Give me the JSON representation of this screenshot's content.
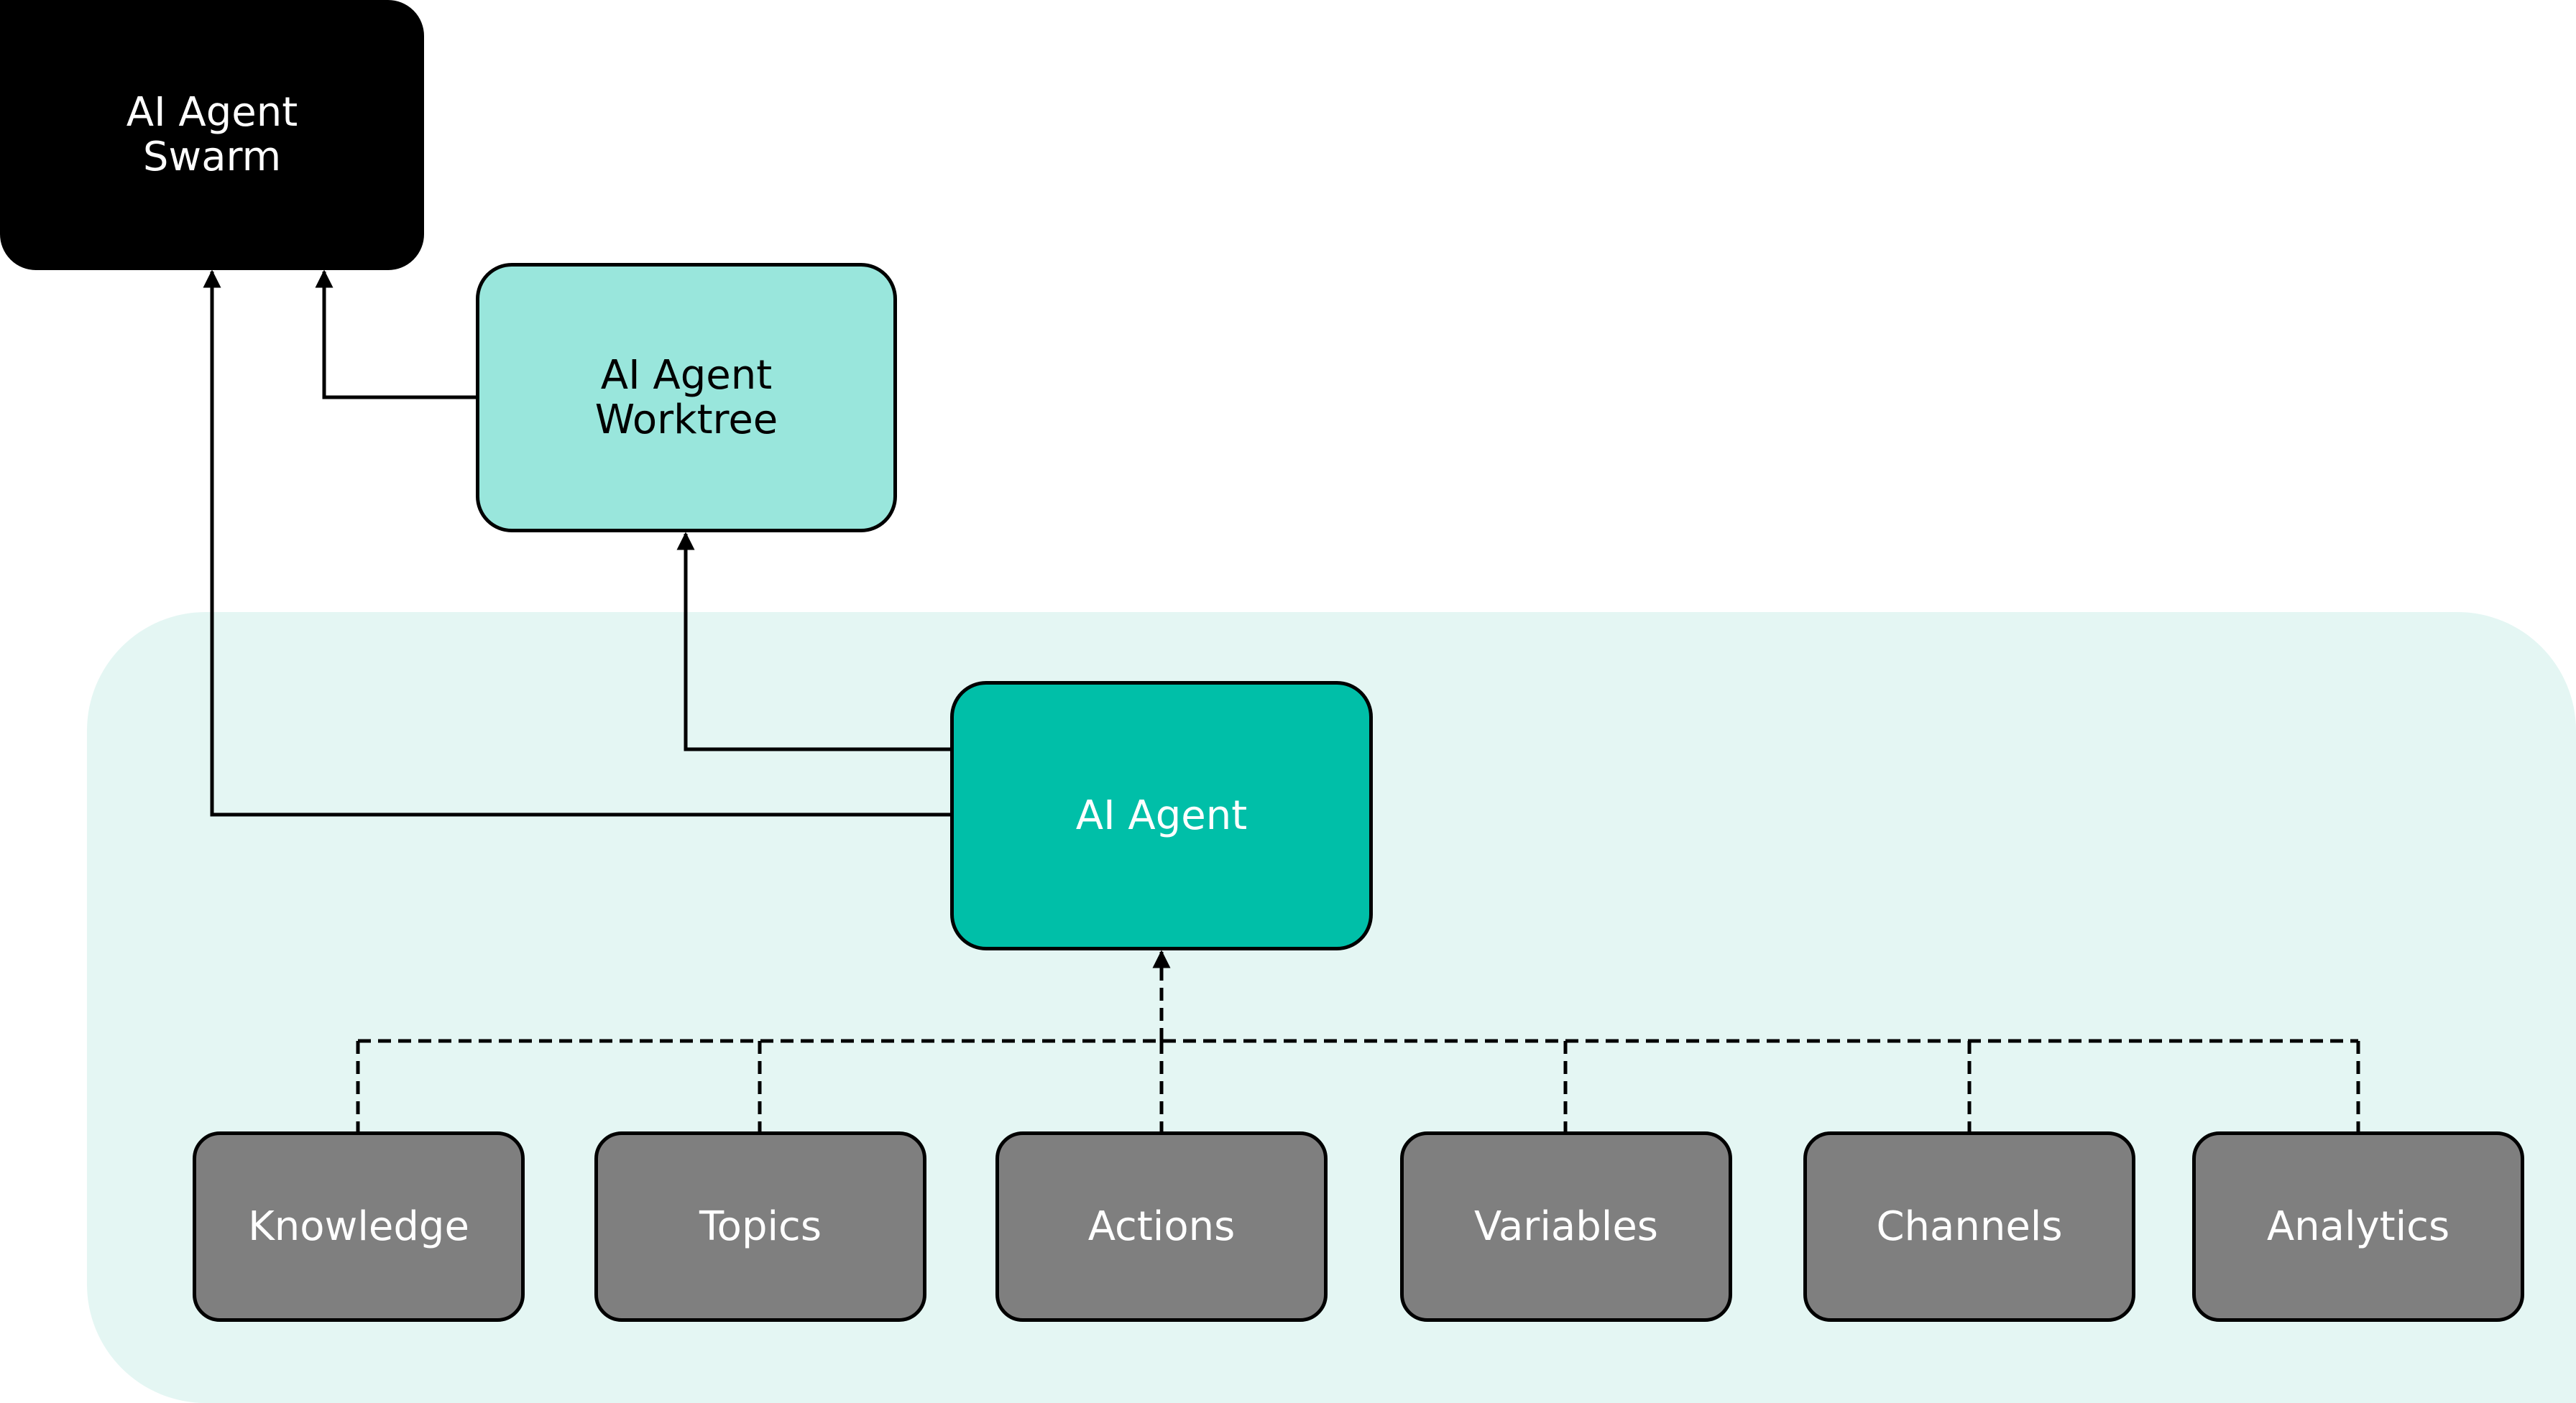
{
  "nodes": {
    "swarm": "AI Agent\nSwarm",
    "worktree": "AI Agent\nWorktree",
    "agent": "AI Agent"
  },
  "components": [
    {
      "label": "Knowledge"
    },
    {
      "label": "Topics"
    },
    {
      "label": "Actions"
    },
    {
      "label": "Variables"
    },
    {
      "label": "Channels"
    },
    {
      "label": "Analytics"
    }
  ],
  "colors": {
    "swarm_fill": "#000000",
    "worktree_fill": "#99e6dc",
    "agent_fill": "#00bfa8",
    "component_fill": "#7f7f7f",
    "region_fill": "#e4f6f3",
    "line": "#000000"
  },
  "connectors": {
    "agent_to_swarm": "solid",
    "agent_to_worktree": "solid",
    "worktree_to_swarm": "solid",
    "components_to_agent": "dashed"
  }
}
